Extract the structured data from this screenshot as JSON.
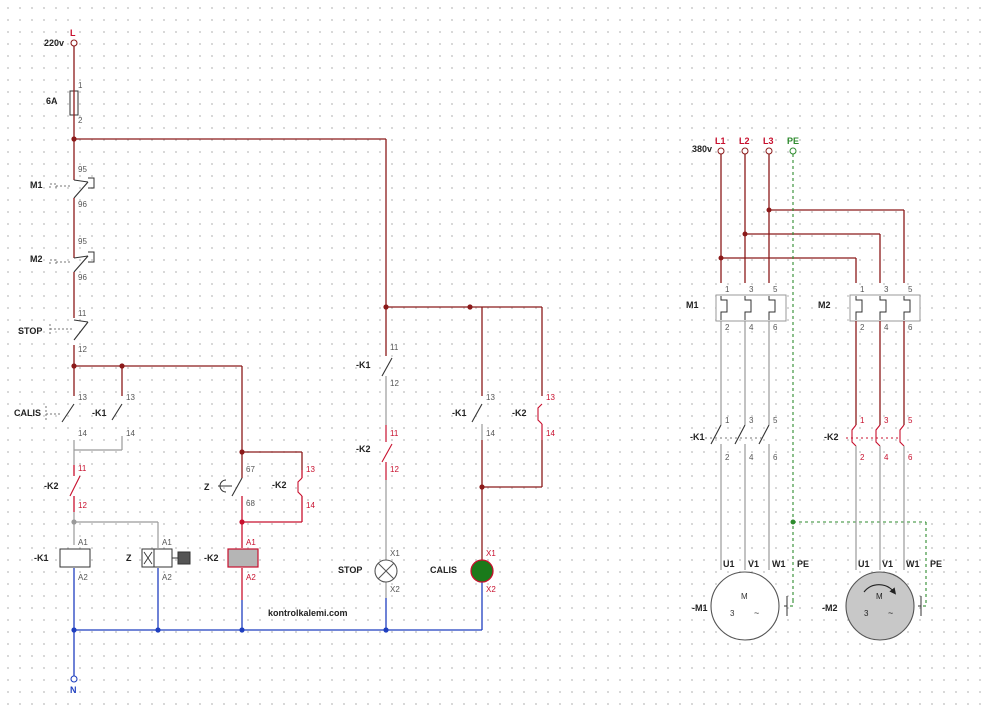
{
  "colors": {
    "line_wire": "#8b1a1a",
    "neutral_wire": "#1f3fbf",
    "gray_wire": "#9a9a9a",
    "pe_wire": "#2e8b2e",
    "active_red": "#c8102e",
    "lamp_green": "#1a7a1a",
    "motor_gray": "#c8c8c8"
  },
  "control": {
    "supply_label": "L",
    "voltage": "220v",
    "fuse_rating": "6A",
    "fuse_terminal_top": "1",
    "fuse_terminal_bottom": "2",
    "neutral_label": "N",
    "m1_overload": {
      "label": "M1",
      "top": "95",
      "bottom": "96"
    },
    "m2_overload": {
      "label": "M2",
      "top": "95",
      "bottom": "96"
    },
    "stop_button": {
      "label": "STOP",
      "top": "11",
      "bottom": "12"
    },
    "start_button": {
      "label": "CALIS",
      "top": "13",
      "bottom": "14"
    },
    "k1_holding": {
      "label": "-K1",
      "top": "13",
      "bottom": "14"
    },
    "k2_nc_interlock": {
      "label": "-K2",
      "top": "11",
      "bottom": "12"
    },
    "timer_contact": {
      "label": "Z",
      "top": "67",
      "bottom": "68"
    },
    "k2_holding": {
      "label": "-K2",
      "top": "13",
      "bottom": "14"
    },
    "k1_coil": {
      "label": "-K1",
      "a1": "A1",
      "a2": "A2"
    },
    "timer_coil": {
      "label": "Z",
      "a1": "A1",
      "a2": "A2"
    },
    "k2_coil": {
      "label": "-K2",
      "a1": "A1",
      "a2": "A2"
    },
    "watermark": "kontrolkalemi.com",
    "stop_lamp_branch": {
      "k1_nc": {
        "label": "-K1",
        "top": "11",
        "bottom": "12"
      },
      "k2_nc": {
        "label": "-K2",
        "top": "11",
        "bottom": "12"
      },
      "lamp": {
        "label": "STOP",
        "x1": "X1",
        "x2": "X2"
      }
    },
    "run_lamp_branch": {
      "k1_no": {
        "label": "-K1",
        "top": "13",
        "bottom": "14"
      },
      "k2_no": {
        "label": "-K2",
        "top": "13",
        "bottom": "14"
      },
      "lamp": {
        "label": "CALIS",
        "x1": "X1",
        "x2": "X2"
      }
    }
  },
  "power": {
    "voltage": "380v",
    "phases": [
      "L1",
      "L2",
      "L3"
    ],
    "pe": "PE",
    "m1_relay": {
      "label": "M1",
      "top": [
        "1",
        "3",
        "5"
      ],
      "bottom": [
        "2",
        "4",
        "6"
      ]
    },
    "m2_relay": {
      "label": "M2",
      "top": [
        "1",
        "3",
        "5"
      ],
      "bottom": [
        "2",
        "4",
        "6"
      ]
    },
    "k1_contactor": {
      "label": "-K1",
      "top": [
        "1",
        "3",
        "5"
      ],
      "bottom": [
        "2",
        "4",
        "6"
      ]
    },
    "k2_contactor": {
      "label": "-K2",
      "top": [
        "1",
        "3",
        "5"
      ],
      "bottom": [
        "2",
        "4",
        "6"
      ]
    },
    "motor1": {
      "label": "-M1",
      "terminals": [
        "U1",
        "V1",
        "W1",
        "PE"
      ],
      "symbol": "M",
      "phase_count": "3",
      "tilde": "~"
    },
    "motor2": {
      "label": "-M2",
      "terminals": [
        "U1",
        "V1",
        "W1",
        "PE"
      ],
      "symbol": "M",
      "phase_count": "3",
      "tilde": "~"
    }
  }
}
